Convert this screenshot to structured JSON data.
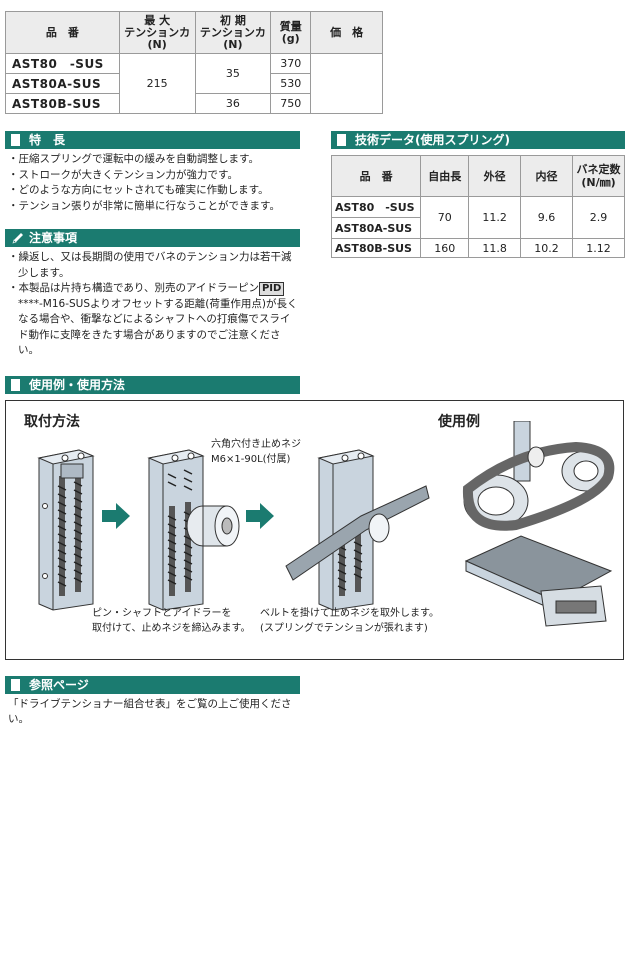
{
  "spec_table": {
    "headers": {
      "part_no": "品　番",
      "max_tension_1": "最 大",
      "max_tension_2": "テンションカ(N)",
      "init_tension_1": "初 期",
      "init_tension_2": "テンションカ(N)",
      "mass_1": "質量",
      "mass_2": "(g)",
      "price": "価　格"
    },
    "rows": [
      {
        "part_no": "AST80　-SUS",
        "mass": "370"
      },
      {
        "part_no": "AST80A-SUS",
        "mass": "530"
      },
      {
        "part_no": "AST80B-SUS",
        "mass": "750"
      }
    ],
    "max_tension": "215",
    "init_tension_a": "35",
    "init_tension_b": "36"
  },
  "features": {
    "title": "特　長",
    "items": [
      "・圧縮スプリングで運転中の緩みを自動調整します。",
      "・ストロークが大きくテンション力が強力です。",
      "・どのような方向にセットされても確実に作動します。",
      "・テンション張りが非常に簡単に行なうことができます。"
    ]
  },
  "tech": {
    "title": "技術データ(使用スプリング)",
    "headers": {
      "part_no": "品　番",
      "free_len": "自由長",
      "outer": "外径",
      "inner": "内径",
      "spring_1": "バネ定数",
      "spring_2": "(N/㎜)"
    },
    "rows": [
      {
        "part_no": "AST80　-SUS"
      },
      {
        "part_no": "AST80A-SUS"
      },
      {
        "part_no": "AST80B-SUS"
      }
    ],
    "group1": {
      "free_len": "70",
      "outer": "11.2",
      "inner": "9.6",
      "spring": "2.9"
    },
    "group2": {
      "free_len": "160",
      "outer": "11.8",
      "inner": "10.2",
      "spring": "1.12"
    }
  },
  "cautions": {
    "title": "注意事項",
    "item1": "・繰返し、又は長期間の使用でバネのテンション力は若干減少します。",
    "item2_a": "・本製品は片持ち構造であり、別売のアイドラーピン",
    "pid_badge": "PID",
    "item2_b": "****-M16-SUSよりオフセットする距離(荷重作用点)が長くなる場合や、衝撃などによるシャフトへの打痕傷でスライド動作に支障をきたす場合がありますのでご注意ください。"
  },
  "usage": {
    "title": "使用例・使用方法",
    "mount_label": "取付方法",
    "example_label": "使用例",
    "screw_note_1": "六角穴付き止めネジ",
    "screw_note_2": "M6×1-90L(付属)",
    "step1_1": "ピン・シャフトとアイドラーを",
    "step1_2": "取付けて、止めネジを締込みます。",
    "step2_1": "ベルトを掛けて止めネジを取外します。",
    "step2_2": "(スプリングでテンションが張れます)"
  },
  "reference": {
    "title": "参照ページ",
    "text": "「ドライブテンショナー組合せ表」をご覧の上ご使用ください。"
  },
  "colors": {
    "accent": "#1b7b70",
    "header_bg": "#ececec",
    "metal": "#c9d4de"
  }
}
